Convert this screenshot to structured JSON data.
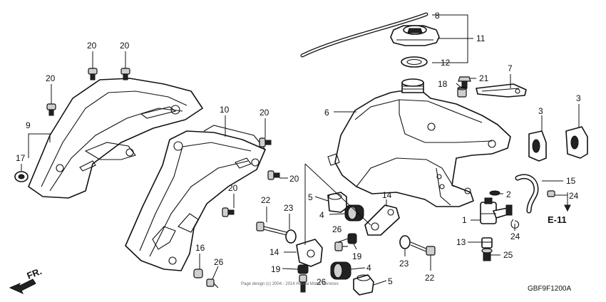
{
  "diagram_code": "GBF9F1200A",
  "direction_label": "FR.",
  "section_ref": "E-11",
  "credit": "Page design (c) 2004 - 2014 Honda Motor Services",
  "callouts": {
    "c1": "1",
    "c2": "2",
    "c3a": "3",
    "c3b": "3",
    "c4a": "4",
    "c4b": "4",
    "c5a": "5",
    "c5b": "5",
    "c6": "6",
    "c7": "7",
    "c8": "8",
    "c9": "9",
    "c10": "10",
    "c11": "11",
    "c12": "12",
    "c13": "13",
    "c14a": "14",
    "c14b": "14",
    "c15": "15",
    "c16": "16",
    "c17": "17",
    "c18": "18",
    "c19a": "19",
    "c19b": "19",
    "c20a": "20",
    "c20b": "20",
    "c20c": "20",
    "c20d": "20",
    "c20e": "20",
    "c20f": "20",
    "c21": "21",
    "c22a": "22",
    "c22b": "22",
    "c23a": "23",
    "c23b": "23",
    "c24a": "24",
    "c24b": "24",
    "c25": "25",
    "c26a": "26",
    "c26b": "26",
    "c26c": "26"
  }
}
